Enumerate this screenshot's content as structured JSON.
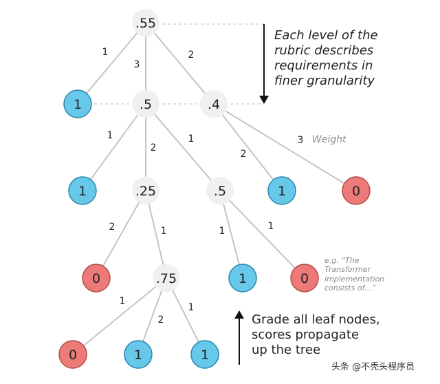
{
  "colors": {
    "score_node_fill": "#f0f0f0",
    "pass_leaf_fill": "#67c8ea",
    "pass_leaf_stroke": "#2a86ad",
    "fail_leaf_fill": "#ec7a78",
    "fail_leaf_stroke": "#b34a48",
    "edge": "#c4c4c4",
    "guide_line": "#bcbcbc",
    "arrow": "#111111"
  },
  "tree": {
    "nodes": [
      {
        "id": "root",
        "label": ".55",
        "kind": "score"
      },
      {
        "id": "l1-leaf",
        "label": "1",
        "kind": "pass"
      },
      {
        "id": "l1-mid",
        "label": ".5",
        "kind": "score"
      },
      {
        "id": "l1-right",
        "label": ".4",
        "kind": "score"
      },
      {
        "id": "l2-leaf-a",
        "label": "1",
        "kind": "pass"
      },
      {
        "id": "l2-mid",
        "label": ".25",
        "kind": "score"
      },
      {
        "id": "l2-mid-b",
        "label": ".5",
        "kind": "score"
      },
      {
        "id": "l2-leaf-b",
        "label": "1",
        "kind": "pass"
      },
      {
        "id": "l2-leaf-c",
        "label": "0",
        "kind": "fail"
      },
      {
        "id": "l3-leaf-a",
        "label": "0",
        "kind": "fail"
      },
      {
        "id": "l3-mid",
        "label": ".75",
        "kind": "score"
      },
      {
        "id": "l3-leaf-b",
        "label": "1",
        "kind": "pass"
      },
      {
        "id": "l3-leaf-c",
        "label": "0",
        "kind": "fail"
      },
      {
        "id": "l4-leaf-a",
        "label": "0",
        "kind": "fail"
      },
      {
        "id": "l4-leaf-b",
        "label": "1",
        "kind": "pass"
      },
      {
        "id": "l4-leaf-c",
        "label": "1",
        "kind": "pass"
      }
    ],
    "edges": [
      {
        "from": "root",
        "to": "l1-leaf",
        "weight": "1"
      },
      {
        "from": "root",
        "to": "l1-mid",
        "weight": "3"
      },
      {
        "from": "root",
        "to": "l1-right",
        "weight": "2"
      },
      {
        "from": "l1-mid",
        "to": "l2-leaf-a",
        "weight": "1"
      },
      {
        "from": "l1-mid",
        "to": "l2-mid",
        "weight": "2"
      },
      {
        "from": "l1-mid",
        "to": "l2-mid-b",
        "weight": "1"
      },
      {
        "from": "l1-right",
        "to": "l2-leaf-b",
        "weight": "2"
      },
      {
        "from": "l1-right",
        "to": "l2-leaf-c",
        "weight": "3"
      },
      {
        "from": "l2-mid",
        "to": "l3-leaf-a",
        "weight": "2"
      },
      {
        "from": "l2-mid",
        "to": "l3-mid",
        "weight": "1"
      },
      {
        "from": "l2-mid-b",
        "to": "l3-leaf-b",
        "weight": "1"
      },
      {
        "from": "l2-mid-b",
        "to": "l3-leaf-c",
        "weight": "1"
      },
      {
        "from": "l3-mid",
        "to": "l4-leaf-a",
        "weight": "1"
      },
      {
        "from": "l3-mid",
        "to": "l4-leaf-b",
        "weight": "2"
      },
      {
        "from": "l3-mid",
        "to": "l4-leaf-c",
        "weight": "1"
      }
    ]
  },
  "weight_legend": "Weight",
  "notes": {
    "top": "Each level of the\nrubric describes\nrequirements in\nfiner granularity",
    "bottom": "Grade all leaf nodes,\nscores propagate\nup the tree",
    "example": "e.g. “The\nTransformer\nimplementation\nconsists of...”"
  },
  "watermark": "头条 @不秃头程序员"
}
